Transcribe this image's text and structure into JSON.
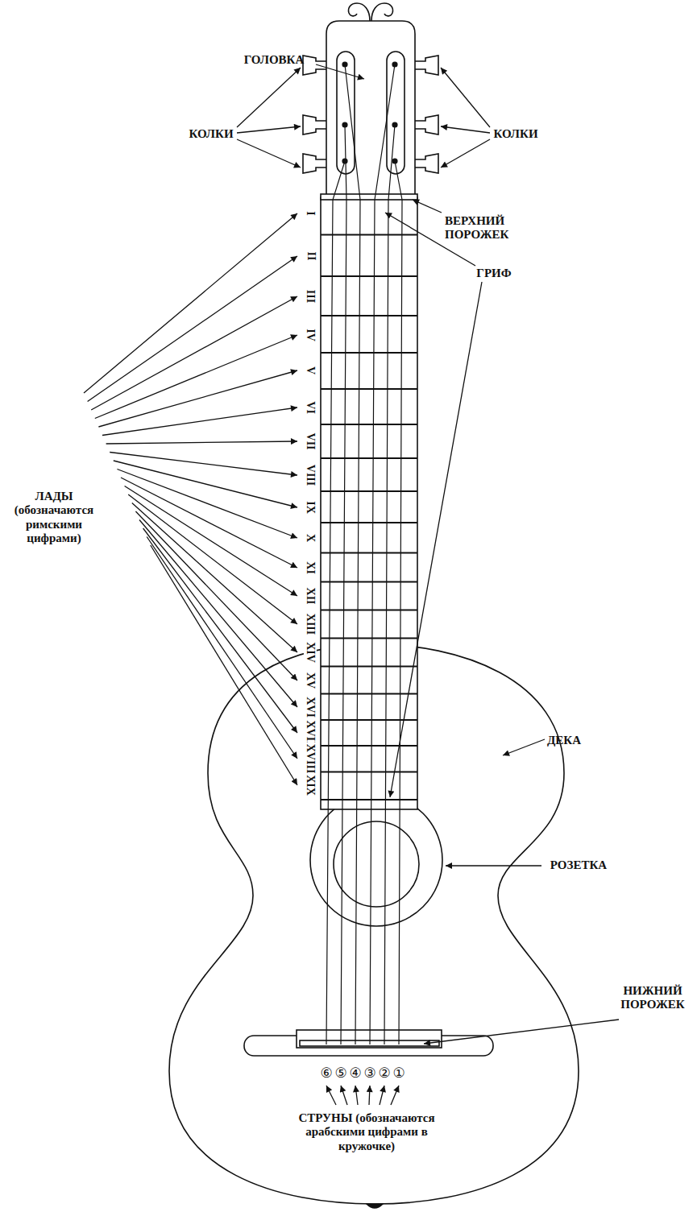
{
  "diagram": {
    "labels": [
      "ГОЛОВКА",
      "КОЛКИ",
      "КОЛКИ",
      "ВЕРХНИЙ ПОРОЖЕК",
      "ГРИФ",
      "ЛАДЫ (обозначаются римскими цифрами)",
      "I",
      "II",
      "III",
      "IV",
      "V",
      "VI",
      "VII",
      "VIII",
      "IX",
      "X",
      "XI",
      "XII",
      "XIII",
      "XIV",
      "XV",
      "XVI",
      "XVII",
      "XVIII",
      "XIX",
      "ДЕКА",
      "РОЗЕТКА",
      "НИЖНИЙ ПОРОЖЕК",
      "⑥",
      "⑤",
      "④",
      "③",
      "②",
      "①",
      "СТРУНЫ (обозначаются арабскими цифрами в кружочке)"
    ]
  }
}
